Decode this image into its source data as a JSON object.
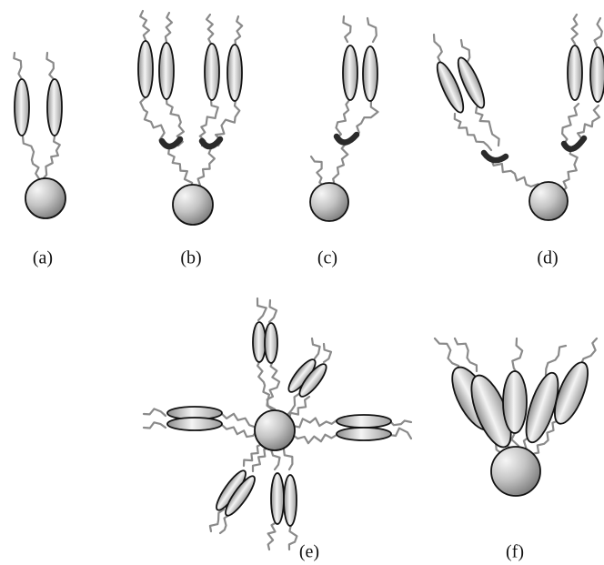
{
  "panels": [
    {
      "id": "a",
      "label": "(a)"
    },
    {
      "id": "b",
      "label": "(b)"
    },
    {
      "id": "c",
      "label": "(c)"
    },
    {
      "id": "d",
      "label": "(d)"
    },
    {
      "id": "e",
      "label": "(e)"
    },
    {
      "id": "f",
      "label": "(f)"
    }
  ],
  "colors": {
    "chain": "#8a8a8a",
    "linker": "#2a2a2a",
    "outline": "#111111",
    "shade_light": "#f4f4f4",
    "shade_dark": "#8c8c8c"
  }
}
